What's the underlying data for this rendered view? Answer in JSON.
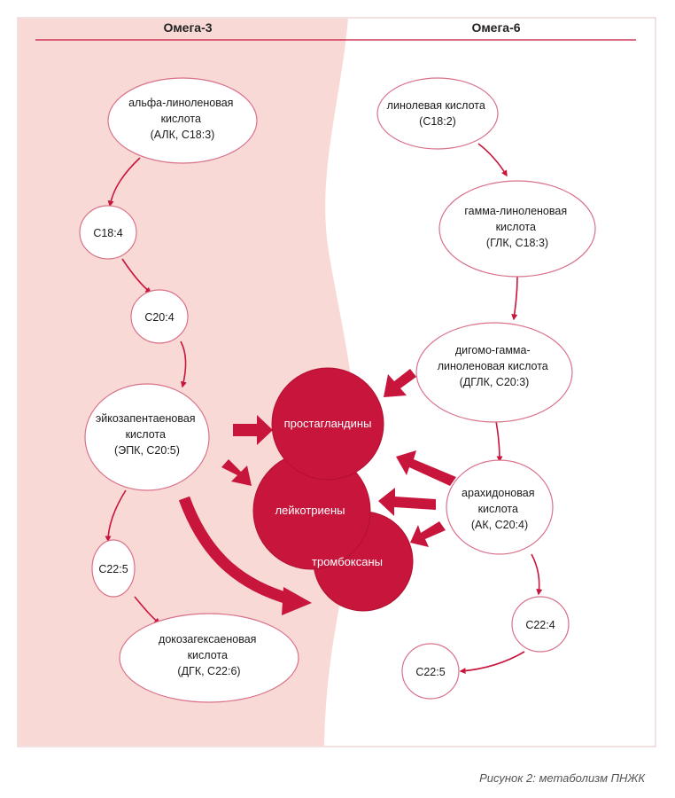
{
  "headers": {
    "omega3": "Омега-3",
    "omega6": "Омега-6"
  },
  "nodes": {
    "alk": [
      "альфа-линоленовая",
      "кислота",
      "(АЛК, C18:3)"
    ],
    "c18_4": [
      "C18:4"
    ],
    "c20_4": [
      "C20:4"
    ],
    "epk": [
      "эйкозапентаеновая",
      "кислота",
      "(ЭПК, C20:5)"
    ],
    "c22_5a": [
      "C22:5"
    ],
    "dgk": [
      "докозагексаеновая",
      "кислота",
      "(ДГК, C22:6)"
    ],
    "linol": [
      "линолевая кислота",
      "(C18:2)"
    ],
    "glk": [
      "гамма-линоленовая",
      "кислота",
      "(ГЛК, C18:3)"
    ],
    "dglk": [
      "дигомо-гамма-",
      "линоленовая кислота",
      "(ДГЛК, C20:3)"
    ],
    "ak": [
      "арахидоновая",
      "кислота",
      "(АК, C20:4)"
    ],
    "c22_4": [
      "C22:4"
    ],
    "c22_5b": [
      "C22:5"
    ],
    "prost": [
      "простагландины"
    ],
    "leuk": [
      "лейкотриены"
    ],
    "thromb": [
      "тромбоксаны"
    ]
  },
  "caption": "Рисунок 2: метаболизм ПНЖК",
  "colors": {
    "accent": "#c8153c",
    "panel": "#f9d9d5",
    "ellipse_stroke": "#d9728a",
    "divider": "#c8153c"
  }
}
